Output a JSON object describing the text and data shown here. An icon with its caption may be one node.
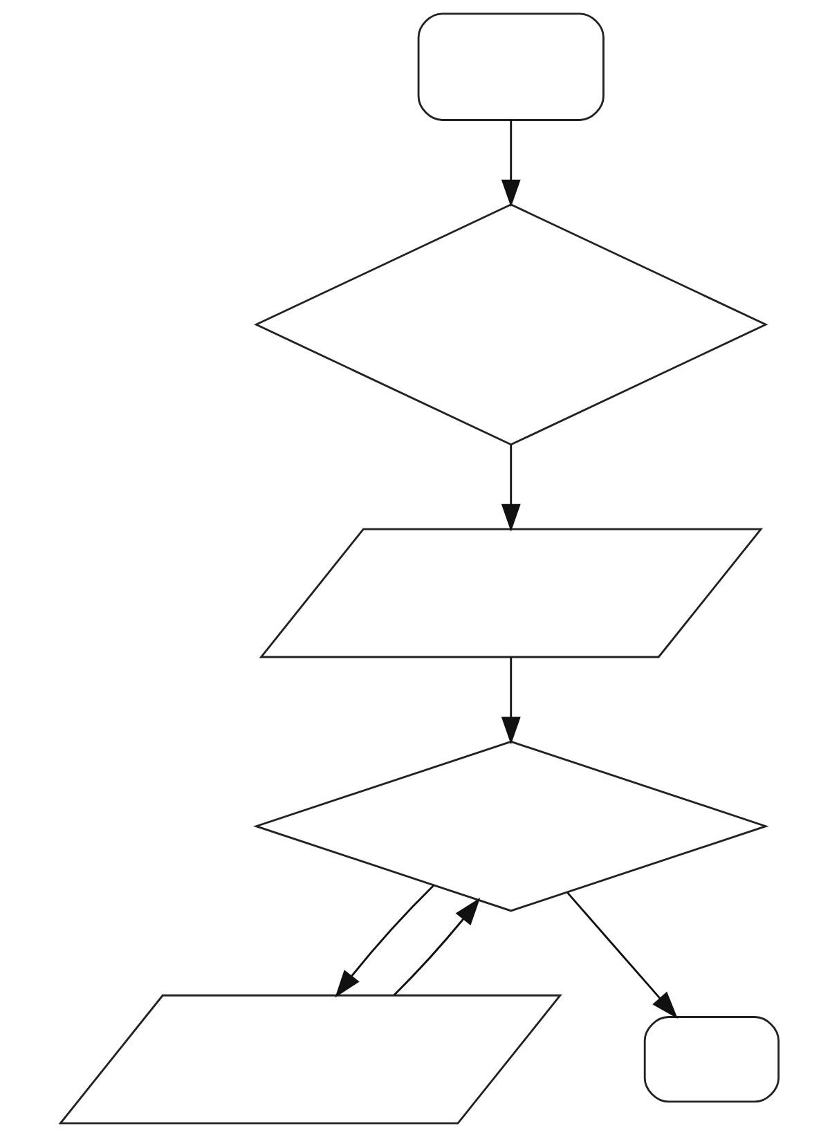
{
  "diagram": {
    "nodes": [
      {
        "text": [],
        "shape": "box"
      },
      {
        "text": [],
        "shape": "diamond"
      },
      {
        "text": [],
        "shape": "parallelogram"
      },
      {
        "text": [],
        "shape": "diamond"
      },
      {
        "text": [],
        "shape": "parallelogram"
      },
      {
        "text": [],
        "shape": "box"
      }
    ],
    "edges": [
      {
        "from": 0,
        "to": 1,
        "arrow": "to"
      },
      {
        "from": 1,
        "to": 2,
        "arrow": "to"
      },
      {
        "from": 2,
        "to": 3,
        "arrow": "to"
      },
      {
        "from": 3,
        "to": 5,
        "arrow": "to"
      },
      {
        "from": 3,
        "to": 4,
        "arrow": "to"
      },
      {
        "from": 4,
        "to": 3,
        "arrow": "to"
      }
    ]
  }
}
